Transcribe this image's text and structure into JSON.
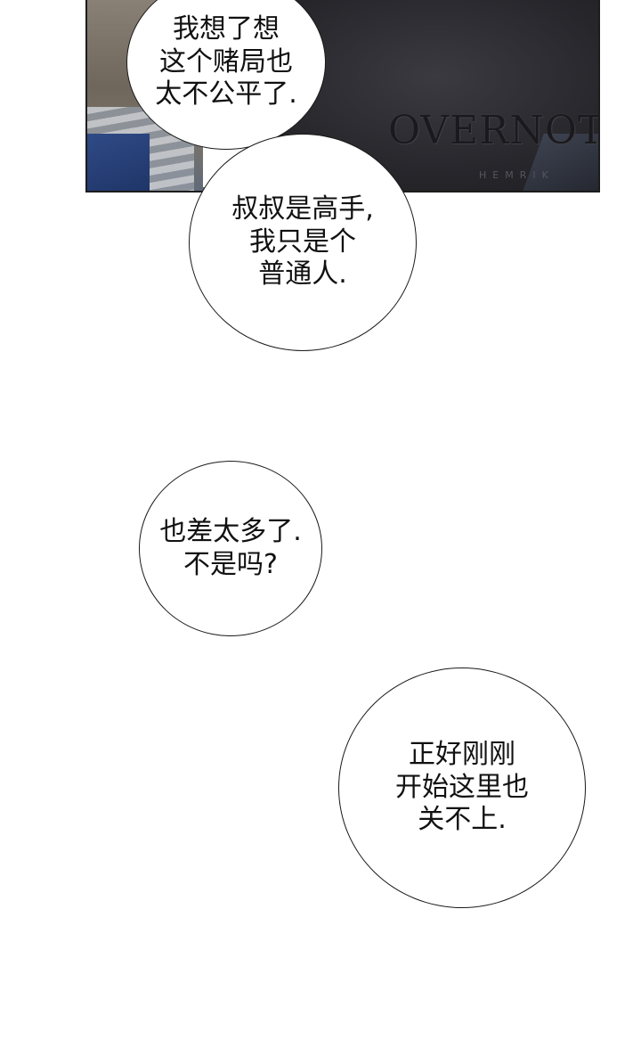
{
  "panel": {
    "shirt_print": "OVERNOT",
    "shirt_mark": "®",
    "shirt_subtext": "HEMRIK"
  },
  "bubbles": [
    {
      "lines": [
        "我想了想",
        "这个赌局也",
        "太不公平了."
      ]
    },
    {
      "lines": [
        "叔叔是高手,",
        "我只是个",
        "普通人."
      ]
    },
    {
      "lines": [
        "也差太多了.",
        "不是吗?"
      ]
    },
    {
      "lines": [
        "正好刚刚",
        "开始这里也",
        "关不上."
      ]
    }
  ]
}
